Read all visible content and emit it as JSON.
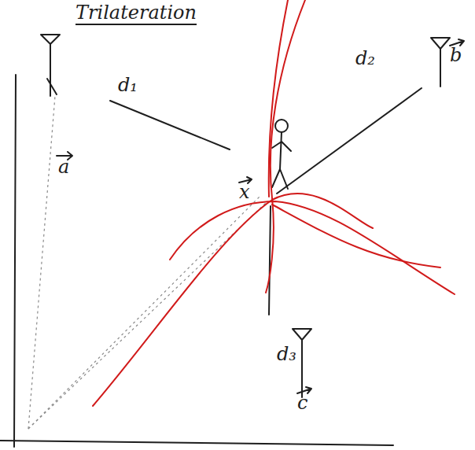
{
  "diagram": {
    "title": "Trilateration",
    "labels": [
      "d₁",
      "d₂",
      "d₃",
      "a",
      "b",
      "c",
      "x"
    ]
  }
}
